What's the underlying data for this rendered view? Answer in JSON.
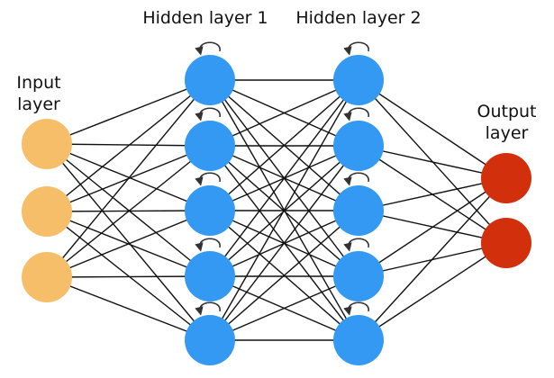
{
  "labels": {
    "input": "Input layer",
    "hidden1": "Hidden layer 1",
    "hidden2": "Hidden layer 2",
    "output": "Output layer"
  },
  "network": {
    "layers": [
      {
        "id": "input",
        "nodes": 3,
        "color": "#f6be69",
        "recurrent": false
      },
      {
        "id": "hidden1",
        "nodes": 5,
        "color": "#3399f2",
        "recurrent": true
      },
      {
        "id": "hidden2",
        "nodes": 5,
        "color": "#3399f2",
        "recurrent": true
      },
      {
        "id": "output",
        "nodes": 2,
        "color": "#d22f0c",
        "recurrent": false
      }
    ],
    "connectivity": "fully-connected",
    "edge_color": "#111111",
    "arrow_color": "#333333"
  }
}
